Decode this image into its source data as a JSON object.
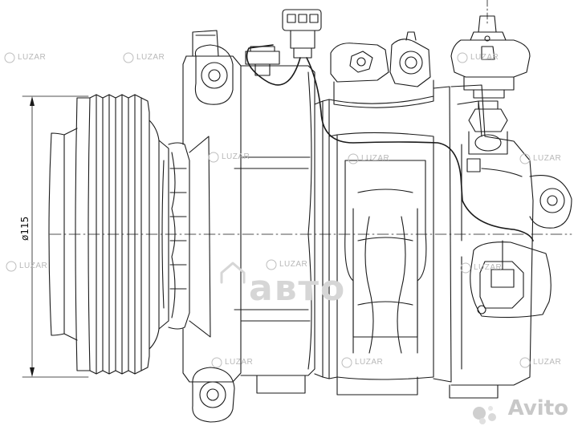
{
  "drawing": {
    "dimension_label": "ø115",
    "watermark_text": "LUZAR",
    "center_watermark": "авто"
  },
  "overlay": {
    "brand_name": "Avito"
  },
  "colors": {
    "line": "#1a1a1a",
    "watermark": "#bdbdbd",
    "brand_grey": "#c8c8c8"
  }
}
